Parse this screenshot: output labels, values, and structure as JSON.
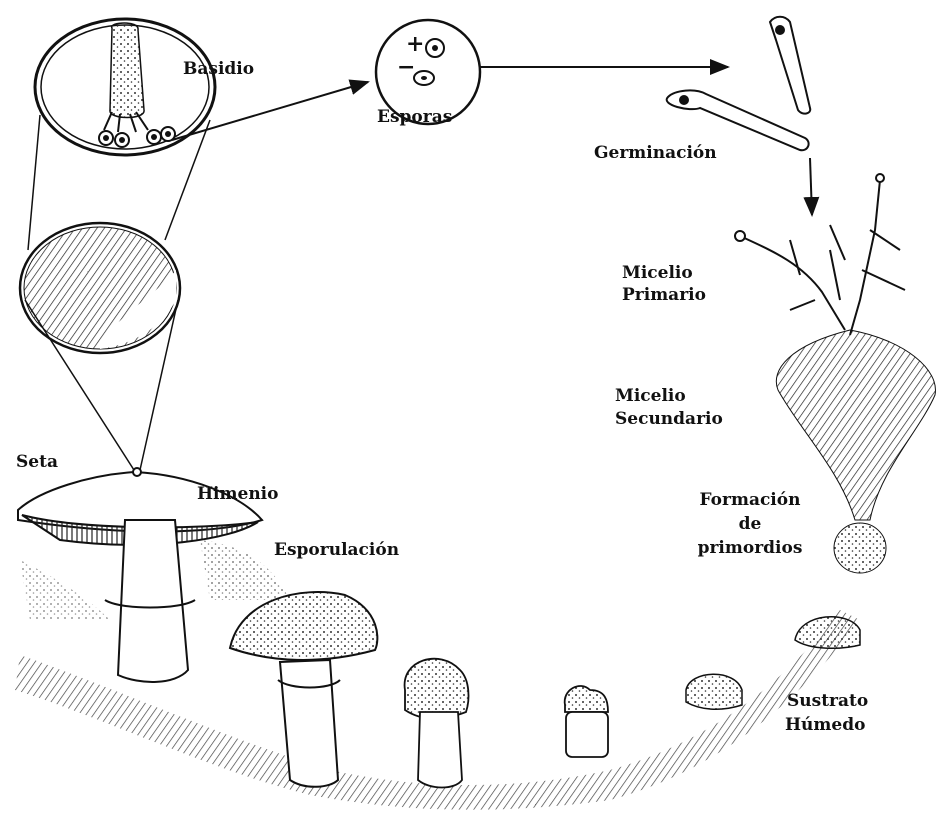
{
  "diagram": {
    "labels": {
      "basidio": "Basidio",
      "esporas": "Esporas",
      "germinacion": "Germinación",
      "micelio_primario": [
        "Micelio",
        "Primario"
      ],
      "micelio_secundario": [
        "Micelio",
        "Secundario"
      ],
      "formacion_primordios": [
        "Formación",
        "de",
        "primordios"
      ],
      "sustrato_humedo": [
        "Sustrato",
        "Húmedo"
      ],
      "seta": "Seta",
      "himenio": "Himenio",
      "esporulacion": "Esporulación"
    },
    "spore_signs": {
      "plus": "+",
      "minus": "−"
    },
    "colors": {
      "ink": "#111111",
      "background": "#ffffff"
    }
  }
}
